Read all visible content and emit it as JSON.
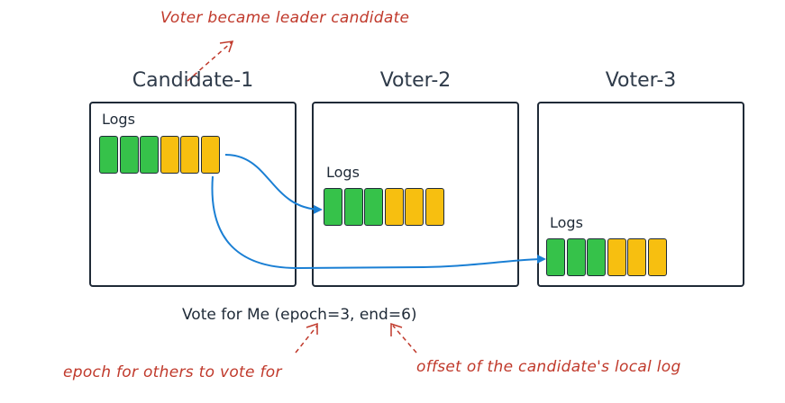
{
  "annotations": {
    "top": "Voter became leader candidate",
    "epoch_note": "epoch for others to vote for",
    "offset_note": "offset of the candidate's local log"
  },
  "nodes": [
    {
      "title": "Candidate-1",
      "logs_label": "Logs",
      "cells": [
        "green",
        "green",
        "green",
        "yellow",
        "yellow",
        "yellow"
      ]
    },
    {
      "title": "Voter-2",
      "logs_label": "Logs",
      "cells": [
        "green",
        "green",
        "green",
        "yellow",
        "yellow",
        "yellow"
      ]
    },
    {
      "title": "Voter-3",
      "logs_label": "Logs",
      "cells": [
        "green",
        "green",
        "green",
        "yellow",
        "yellow",
        "yellow"
      ]
    }
  ],
  "request": {
    "label": "Vote for Me (epoch=3, end=6)"
  },
  "colors": {
    "green": "#36c24a",
    "yellow": "#f7bf10",
    "arrow": "#1a7fd4",
    "annotation": "#c0392b"
  }
}
